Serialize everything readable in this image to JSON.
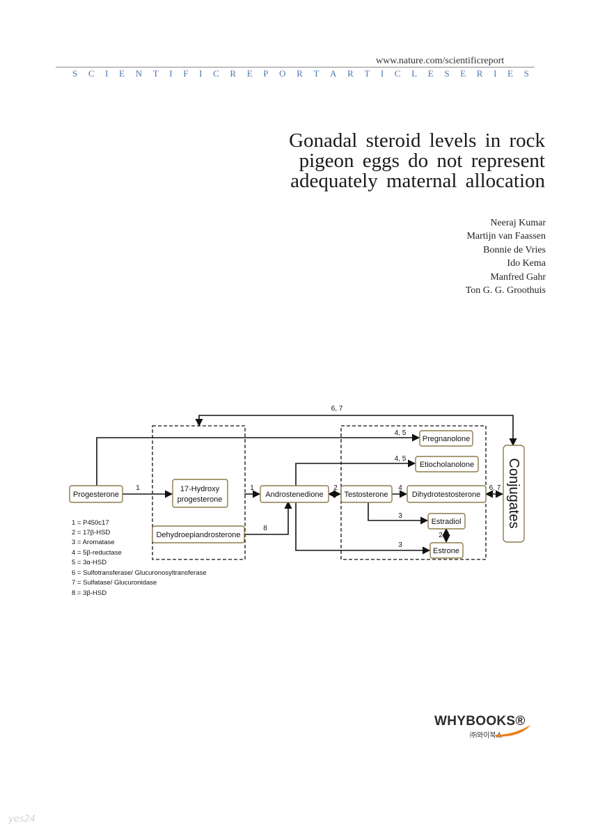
{
  "header": {
    "url": "www.nature.com/scientificreport",
    "series_letters": [
      "S",
      "C",
      "I",
      "E",
      "N",
      "T",
      "I",
      "F",
      "I",
      "C",
      "R",
      "E",
      "P",
      "O",
      "R",
      "T",
      "A",
      "R",
      "T",
      "I",
      "C",
      "L",
      "E",
      "S",
      "E",
      "R",
      "I",
      "E",
      "S"
    ]
  },
  "title_lines": [
    "Gonadal steroid levels in rock",
    "pigeon eggs do not represent",
    "adequately maternal allocation"
  ],
  "authors": [
    "Neeraj Kumar",
    "Martijn van Faassen",
    "Bonnie de Vries",
    "Ido Kema",
    "Manfred Gahr",
    "Ton G. G. Groothuis"
  ],
  "diagram": {
    "nodes": {
      "progesterone": "Progesterone",
      "hydroxy_line1": "17-Hydroxy",
      "hydroxy_line2": "progesterone",
      "dhea": "Dehydroepiandrosterone",
      "androstenedione": "Androstenedione",
      "testosterone": "Testosterone",
      "pregnanolone": "Pregnanolone",
      "etiocholanolone": "Etiocholanolone",
      "dihydrotestosterone": "Dihydrotestosterone",
      "estradiol": "Estradiol",
      "estrone": "Estrone",
      "conjugates": "Conjugates"
    },
    "edge_labels": {
      "top_loop": "6, 7",
      "to_pregnanolone": "4, 5",
      "to_etiocholanolone": "4, 5",
      "prog_to_hydroxy": "1",
      "hydroxy_to_andro": "1",
      "andro_to_testo": "2",
      "testo_to_dht": "4",
      "dht_to_conj": "6, 7",
      "dhea_to_andro": "8",
      "testo_to_estradiol": "3",
      "estradiol_estrone": "2",
      "andro_to_estrone": "3"
    },
    "legend": [
      "1 = P450c17",
      "2 = 17β-HSD",
      "3 = Aromatase",
      "4 = 5β-reductase",
      "5 = 3α-HSD",
      "6 = Sulfotransferase/ Glucuronosyltransferase",
      "7 = Sulfatase/ Glucuronidase",
      "8 = 3β-HSD"
    ]
  },
  "publisher": {
    "logo_text": "WHYBOOKS®",
    "logo_sub": "㈜와이북스"
  },
  "watermark": "yes24",
  "colors": {
    "box_border": "#8c7b4a",
    "series_blue": "#4a76b4"
  }
}
